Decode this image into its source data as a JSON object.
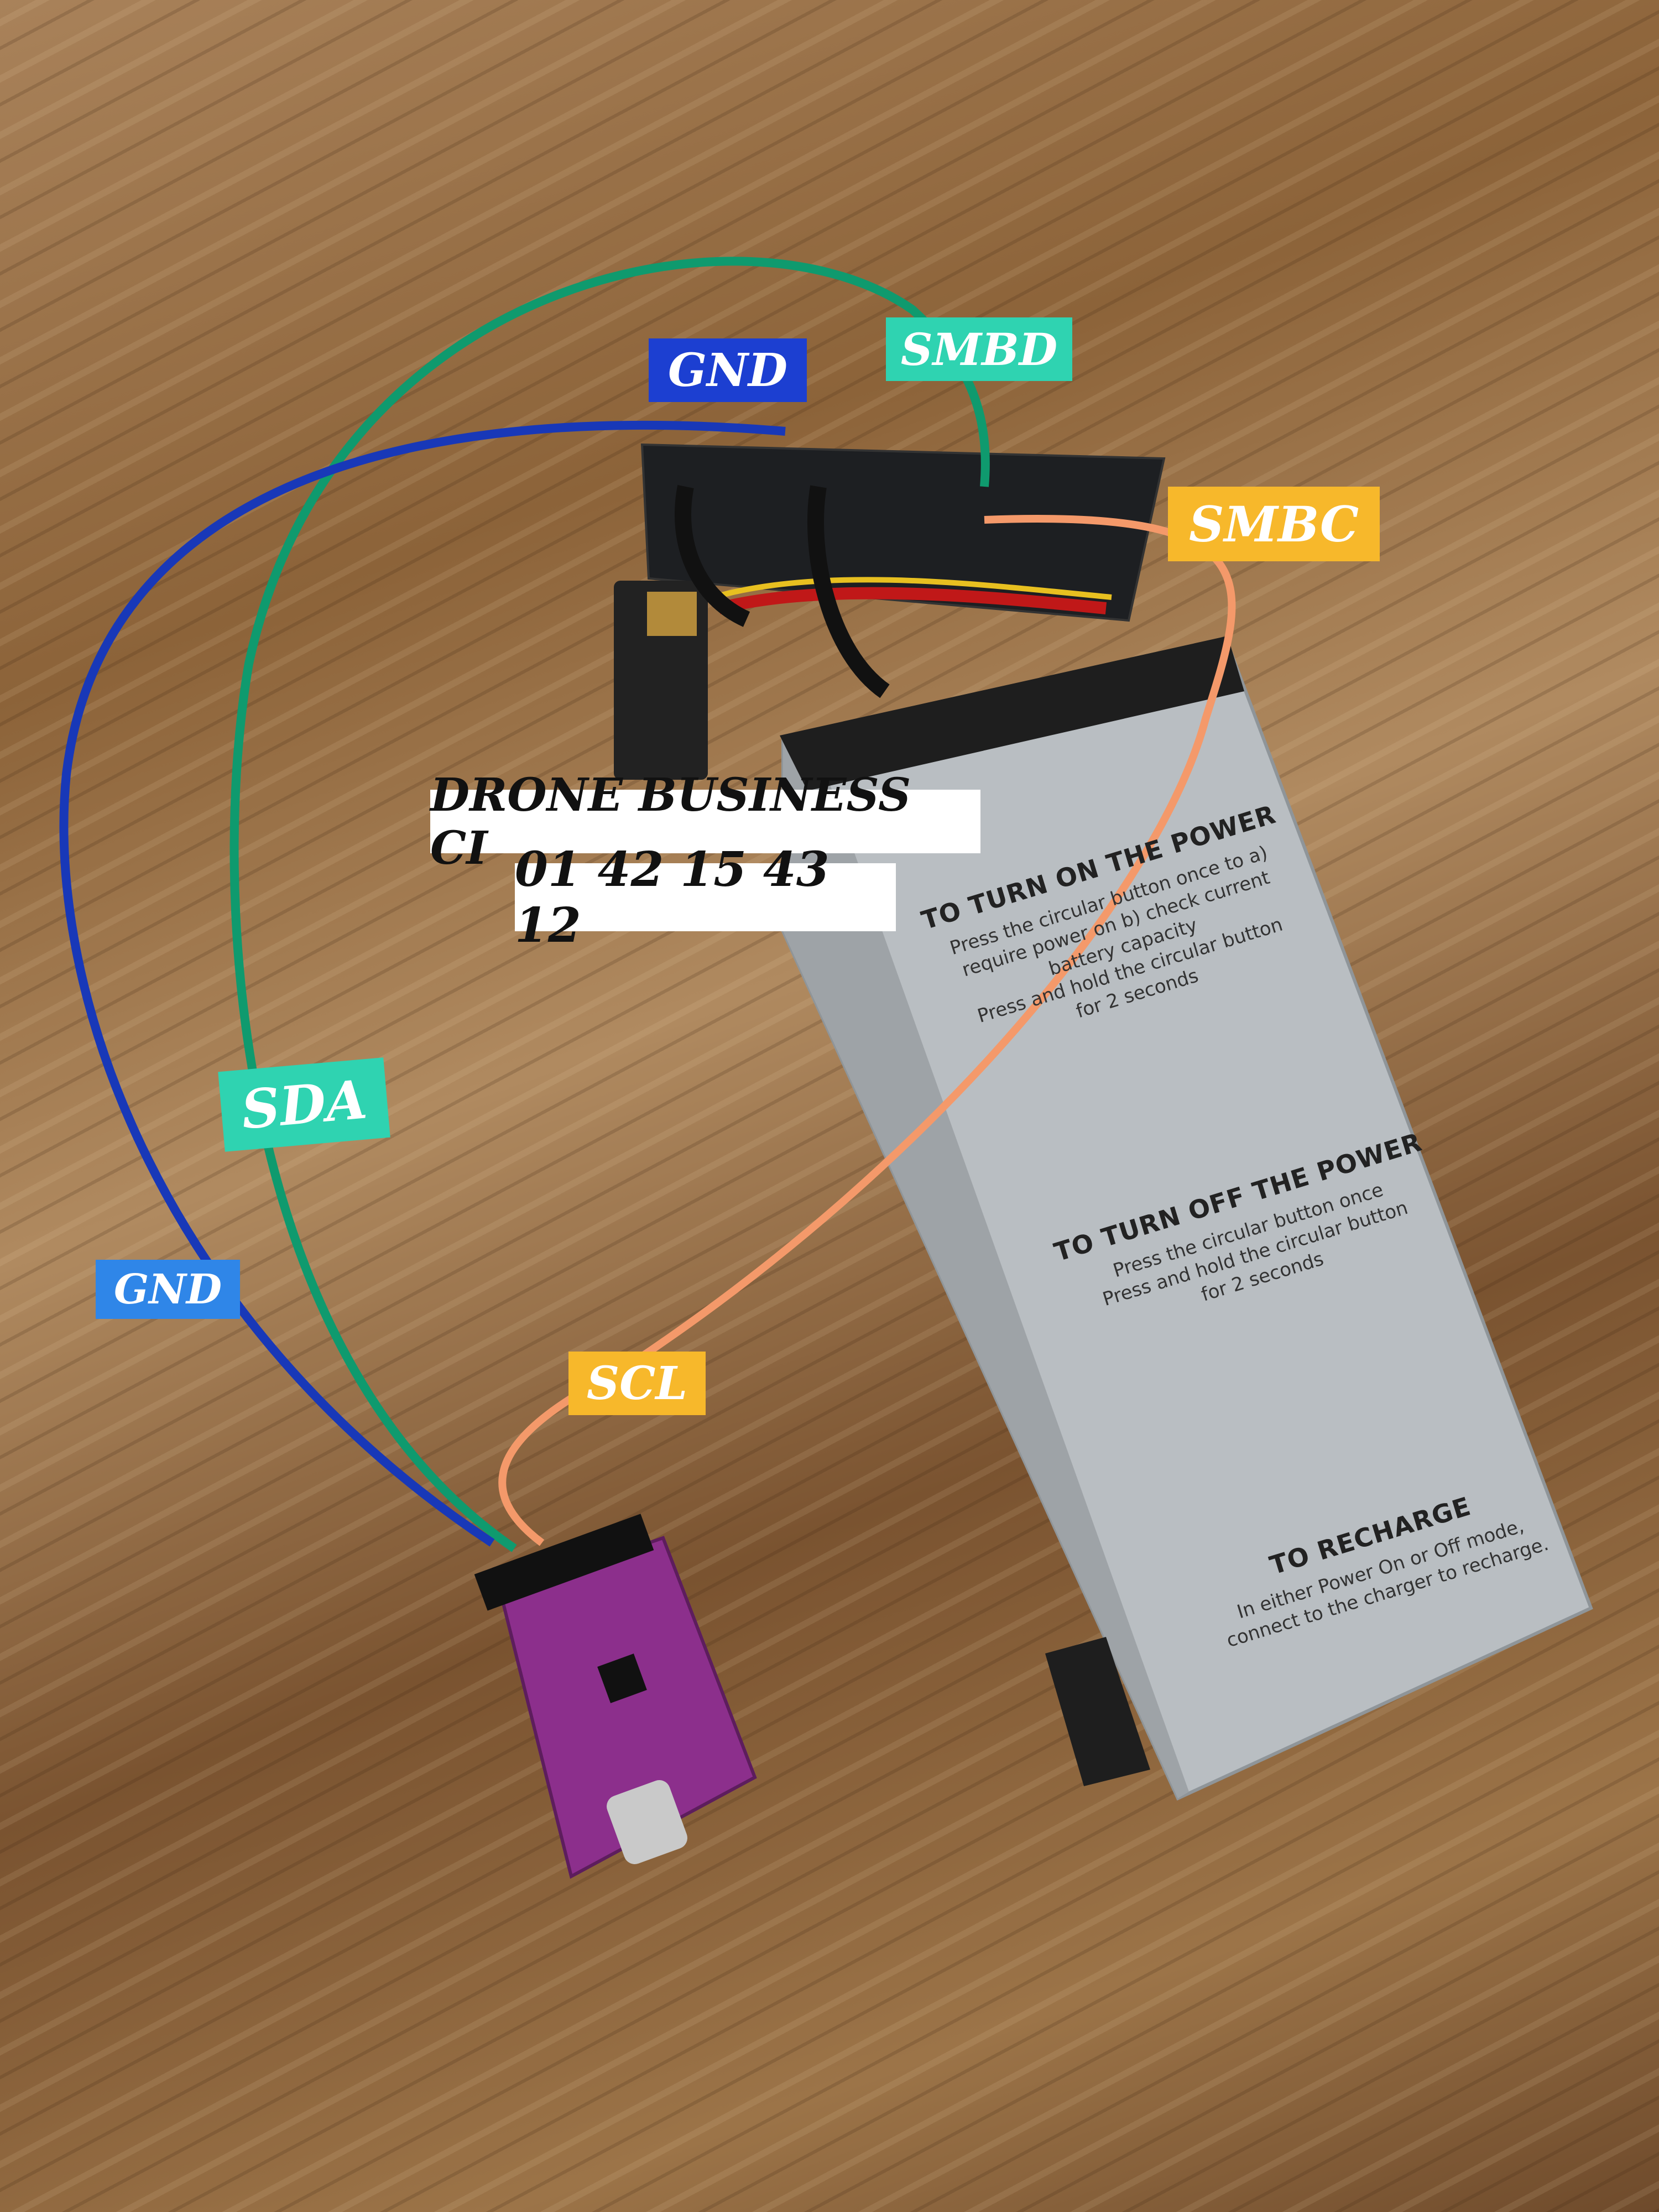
{
  "labels": {
    "gnd_top": {
      "text": "GND",
      "color": "#1c3fd1"
    },
    "smbd": {
      "text": "SMBD",
      "color": "#2fd3b1"
    },
    "smbc": {
      "text": "SMBC",
      "color": "#f7b82b"
    },
    "sda": {
      "text": "SDA",
      "color": "#2fd3b1"
    },
    "gnd_bottom": {
      "text": "GND",
      "color": "#2f86e8"
    },
    "scl": {
      "text": "SCL",
      "color": "#f7b82b"
    }
  },
  "watermark": {
    "company": "DRONE BUSINESS CI",
    "phone": "01 42 15 43 12"
  },
  "battery": {
    "turn_on": {
      "title": "TO TURN ON THE POWER",
      "lines": [
        "Press the circular button once to a)",
        "require power on b) check current",
        "battery capacity",
        "Press and hold the circular button",
        "for 2 seconds"
      ]
    },
    "turn_off": {
      "title": "TO TURN OFF THE POWER",
      "lines": [
        "Press the circular button once",
        "Press and hold the circular button",
        "for 2 seconds"
      ]
    },
    "recharge": {
      "title": "TO RECHARGE",
      "lines": [
        "In either Power On or Off mode,",
        "connect to the charger to recharge."
      ]
    }
  },
  "wire_colors": {
    "green": "#0f9a6e",
    "blue": "#1838b8",
    "orange": "#f4996a"
  }
}
